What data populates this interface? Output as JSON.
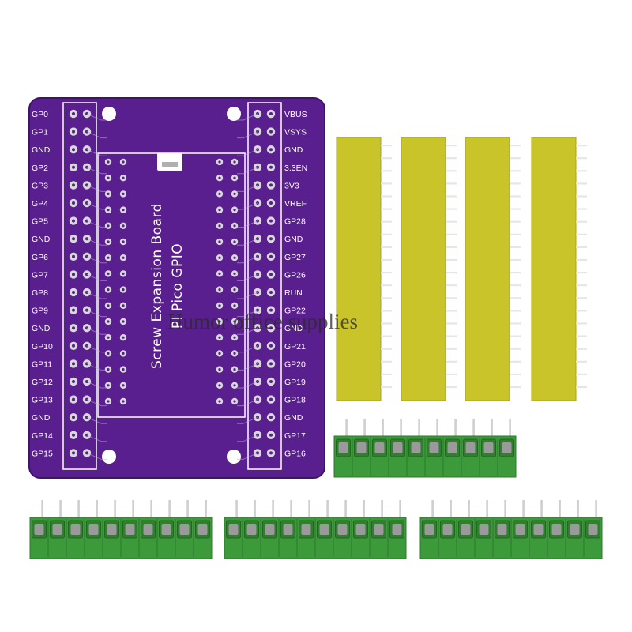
{
  "board": {
    "title_line1": "Screw Expansion Board",
    "title_line2": "PI Pico GPIO",
    "left_labels": [
      "GP0",
      "GP1",
      "GND",
      "GP2",
      "GP3",
      "GP4",
      "GP5",
      "GND",
      "GP6",
      "GP7",
      "GP8",
      "GP9",
      "GND",
      "GP10",
      "GP11",
      "GP12",
      "GP13",
      "GND",
      "GP14",
      "GP15"
    ],
    "right_labels": [
      "VBUS",
      "VSYS",
      "GND",
      "3.3EN",
      "3V3",
      "VREF",
      "GP28",
      "GND",
      "GP27",
      "GP26",
      "RUN",
      "GP22",
      "GND",
      "GP21",
      "GP20",
      "GP19",
      "GP18",
      "GND",
      "GP17",
      "GP16"
    ],
    "colors": {
      "pcb": "#5a1f8e",
      "silk": "#ffffff",
      "pad": "#d9d9d9"
    }
  },
  "pin_headers": {
    "count": 4,
    "pins_each": 20,
    "colors": {
      "body": "#c9c42a",
      "pin": "#e6e6e6"
    }
  },
  "terminal_blocks": {
    "count": 4,
    "positions_each": 10,
    "colors": {
      "body": "#3c9a3a",
      "screw": "#9a9a9a"
    }
  },
  "watermark": "Humor office supplies"
}
